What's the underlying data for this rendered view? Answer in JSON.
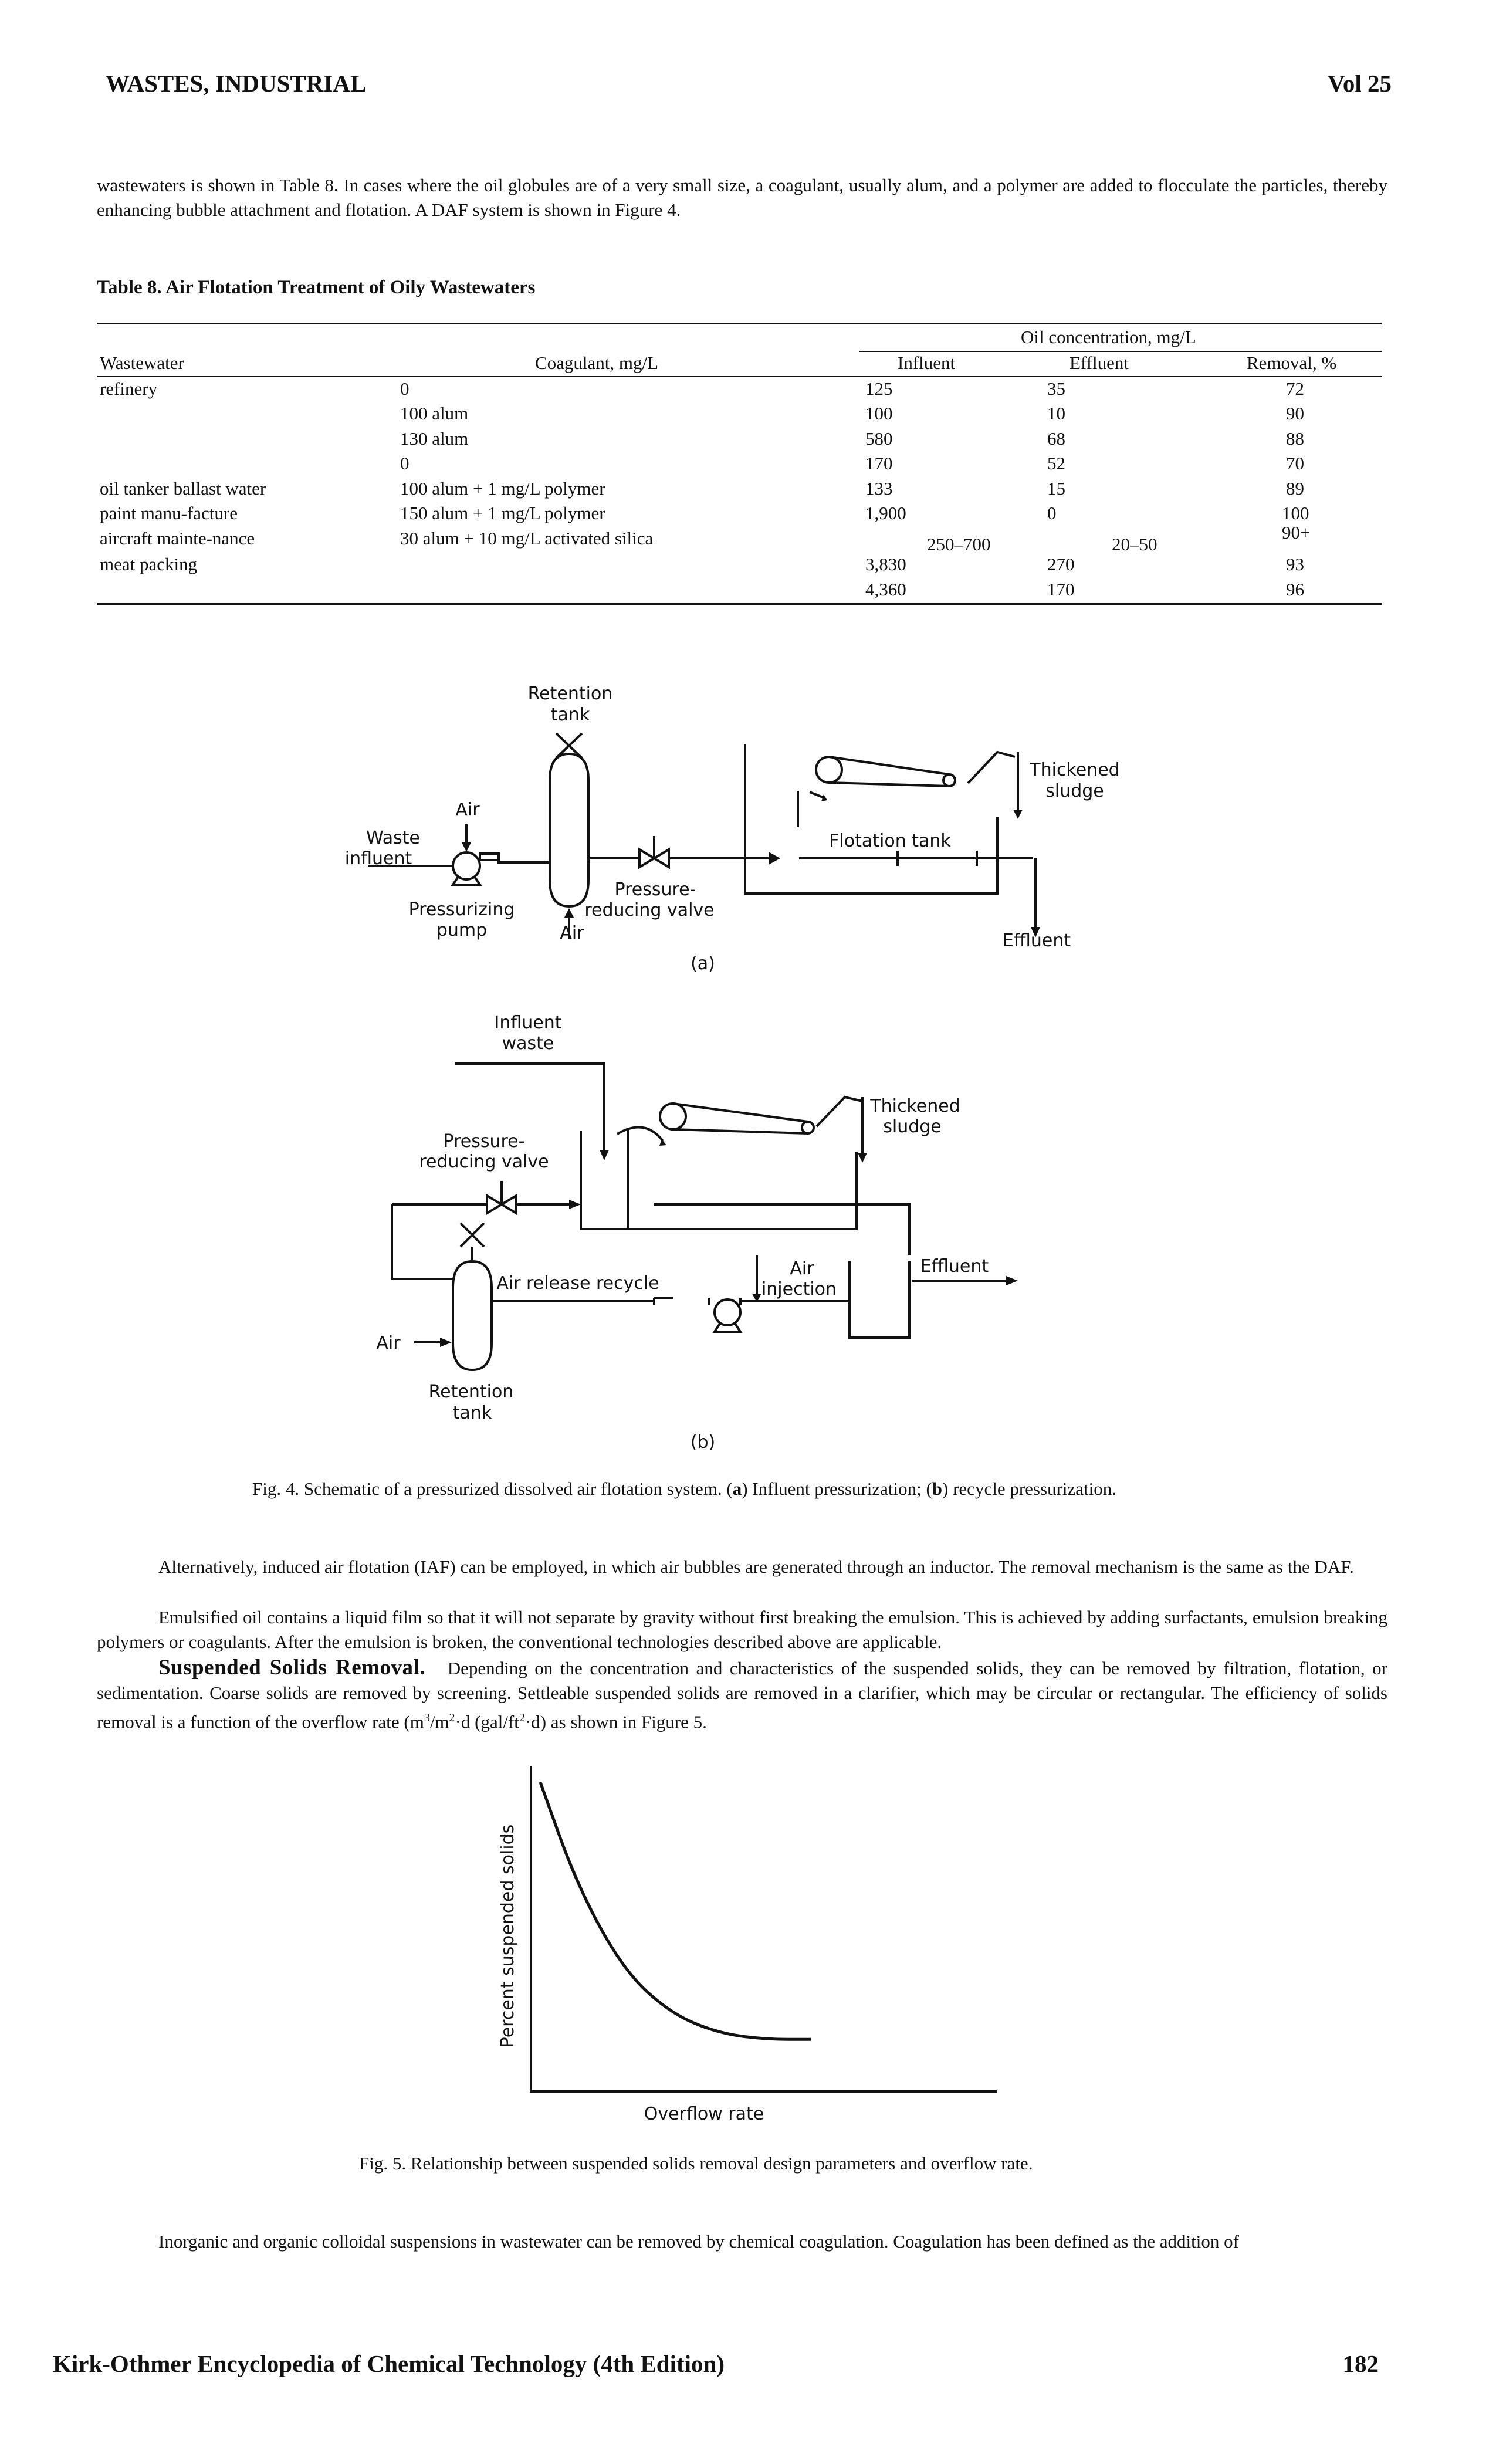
{
  "header": {
    "left": "WASTES, INDUSTRIAL",
    "right": "Vol 25"
  },
  "intro": "wastewaters is shown in Table 8. In cases where the oil globules are of a very small size, a coagulant, usually alum, and a polymer are added to flocculate the particles, thereby enhancing bubble attachment and flotation. A DAF system is shown in Figure 4.",
  "table": {
    "title": "Table 8. Air Flotation Treatment of Oily Wastewaters",
    "group_header": "Oil concentration, mg/L",
    "columns": [
      "Wastewater",
      "Coagulant, mg/L",
      "Influent",
      "Effluent",
      "Removal, %"
    ],
    "rows": [
      [
        "refinery",
        "0",
        "125",
        "35",
        "72"
      ],
      [
        "",
        "100 alum",
        "100",
        "10",
        "90"
      ],
      [
        "",
        "130 alum",
        "580",
        "68",
        "88"
      ],
      [
        "",
        "0",
        "170",
        "52",
        "70"
      ],
      [
        "oil tanker ballast water",
        "100 alum + 1 mg/L polymer",
        "133",
        "15",
        "89"
      ],
      [
        "paint manu-facture",
        "150 alum + 1 mg/L polymer",
        "1,900",
        "0",
        "100"
      ],
      [
        "aircraft mainte-nance",
        "30 alum + 10 mg/L activated silica",
        "250–700",
        "20–50",
        "90+"
      ],
      [
        "meat packing",
        "",
        "3,830",
        "270",
        "93"
      ],
      [
        "",
        "",
        "4,360",
        "170",
        "96"
      ]
    ]
  },
  "fig4": {
    "a": {
      "retention_tank": [
        "Retention",
        "tank"
      ],
      "air_top": "Air",
      "waste_influent": [
        "Waste",
        "influent"
      ],
      "pressurizing_pump": [
        "Pressurizing",
        "pump"
      ],
      "air_bottom": "Air",
      "valve": [
        "Pressure-",
        "reducing valve"
      ],
      "flotation_tank": "Flotation tank",
      "thickened_sludge": [
        "Thickened",
        "sludge"
      ],
      "effluent": "Effluent",
      "label": "(a)"
    },
    "b": {
      "influent_waste": [
        "Influent",
        "waste"
      ],
      "valve": [
        "Pressure-",
        "reducing valve"
      ],
      "thickened_sludge": [
        "Thickened",
        "sludge"
      ],
      "effluent": "Effluent",
      "air_release": "Air release recycle",
      "air_injection": [
        "Air",
        "injection"
      ],
      "air": "Air",
      "retention_tank": [
        "Retention",
        "tank"
      ],
      "label": "(b)"
    },
    "caption_pre": "Fig. 4. Schematic of a pressurized dissolved air flotation system. (",
    "caption_a": "a",
    "caption_mid": ") Influent pressurization; (",
    "caption_b": "b",
    "caption_post": ") recycle pressurization."
  },
  "para1": "Alternatively, induced air flotation (IAF) can be employed, in which air bubbles are generated through an inductor. The removal mechanism is the same as the DAF.",
  "para2": "Emulsified oil contains a liquid film so that it will not separate by gravity without first breaking the emulsion. This is achieved by adding surfactants, emulsion breaking polymers or coagulants. After the emulsion is broken, the conventional technologies described above are applicable.",
  "ssr_heading": "Suspended Solids Removal.",
  "para3_text": "Depending on the concentration and characteristics of the suspended solids, they can be removed by filtration, flotation, or sedimentation. Coarse solids are removed by screening. Settleable suspended solids are removed in a clarifier, which may be circular or rectangular. The efficiency of solids removal is a function of the overflow rate (m",
  "para3_sup1": "3",
  "para3_mid": "/m",
  "para3_sup2": "2",
  "para3_mid2": "·d (gal/ft",
  "para3_sup3": "2",
  "para3_end": "·d) as shown in Figure 5.",
  "fig5": {
    "ylabel": "Percent suspended solids",
    "xlabel": "Overflow rate",
    "caption": "Fig. 5. Relationship between suspended solids removal design parameters and overflow rate."
  },
  "chart_data": {
    "type": "line",
    "title": "",
    "xlabel": "Overflow rate",
    "ylabel": "Percent suspended solids",
    "series": [
      {
        "x": [
          0.02,
          0.1,
          0.2,
          0.3,
          0.4,
          0.5,
          0.6
        ],
        "y": [
          0.95,
          0.63,
          0.37,
          0.24,
          0.18,
          0.16,
          0.16
        ]
      }
    ],
    "xlim": [
      0,
      1
    ],
    "ylim": [
      0,
      1
    ],
    "grid": false
  },
  "para4": "Inorganic and organic colloidal suspensions in wastewater can be removed by chemical coagulation. Coagulation has been defined as the addition of",
  "footer": {
    "left": "Kirk-Othmer Encyclopedia of Chemical Technology (4th Edition)",
    "right": "182"
  }
}
